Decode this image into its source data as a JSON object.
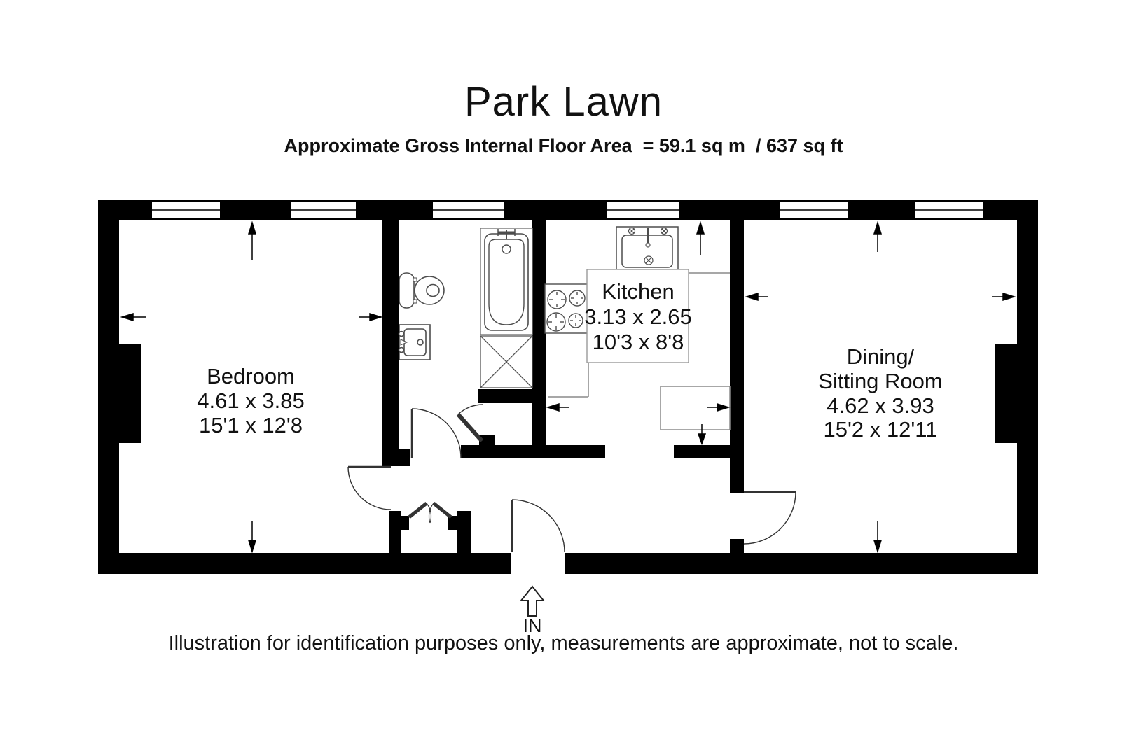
{
  "page": {
    "title": "Park Lawn",
    "subtitle": "Approximate Gross Internal Floor Area  = 59.1 sq m  / 637 sq ft",
    "footer": "Illustration for identification purposes only, measurements are approximate, not to scale."
  },
  "plan": {
    "entrance_label": "IN",
    "rooms": {
      "bedroom": {
        "name": "Bedroom",
        "metric": "4.61 x 3.85",
        "imperial": "15'1 x 12'8"
      },
      "kitchen": {
        "name": "Kitchen",
        "metric": "3.13 x 2.65",
        "imperial": "10'3 x 8'8"
      },
      "dining_sitting": {
        "name_line1": "Dining/",
        "name_line2": "Sitting Room",
        "metric": "4.62 x 3.93",
        "imperial": "15'2 x 12'11"
      }
    },
    "fixtures": [
      "toilet-icon",
      "bathroom-sink-icon",
      "bathtub-icon",
      "shower-cupboard-icon",
      "kitchen-sink-icon",
      "hob-icon"
    ],
    "colors": {
      "wall": "#000000",
      "fixture_line": "#4d4d4d",
      "counter_line": "#8a8a8a",
      "door_line": "#333333",
      "background": "#ffffff"
    }
  }
}
